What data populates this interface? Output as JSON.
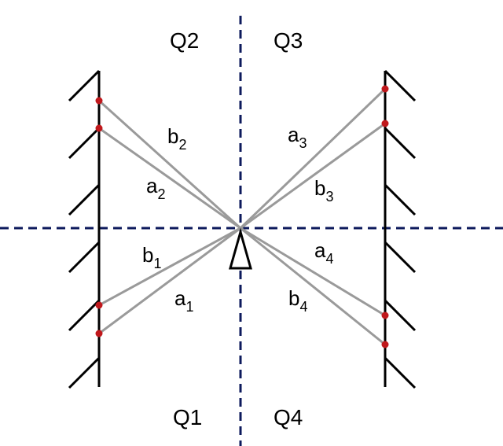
{
  "quadrants": {
    "top_left": "Q2",
    "top_right": "Q3",
    "bottom_left": "Q1",
    "bottom_right": "Q4"
  },
  "segments": [
    {
      "id": "b2",
      "letter": "b",
      "sub": "2"
    },
    {
      "id": "a2",
      "letter": "a",
      "sub": "2"
    },
    {
      "id": "b1",
      "letter": "b",
      "sub": "1"
    },
    {
      "id": "a1",
      "letter": "a",
      "sub": "1"
    },
    {
      "id": "a3",
      "letter": "a",
      "sub": "3"
    },
    {
      "id": "b3",
      "letter": "b",
      "sub": "3"
    },
    {
      "id": "a4",
      "letter": "a",
      "sub": "4"
    },
    {
      "id": "b4",
      "letter": "b",
      "sub": "4"
    }
  ],
  "colors": {
    "axis": "#0d1a5c",
    "ray": "#9a9a9a",
    "mirror": "#000000",
    "point": "#c0181c"
  }
}
